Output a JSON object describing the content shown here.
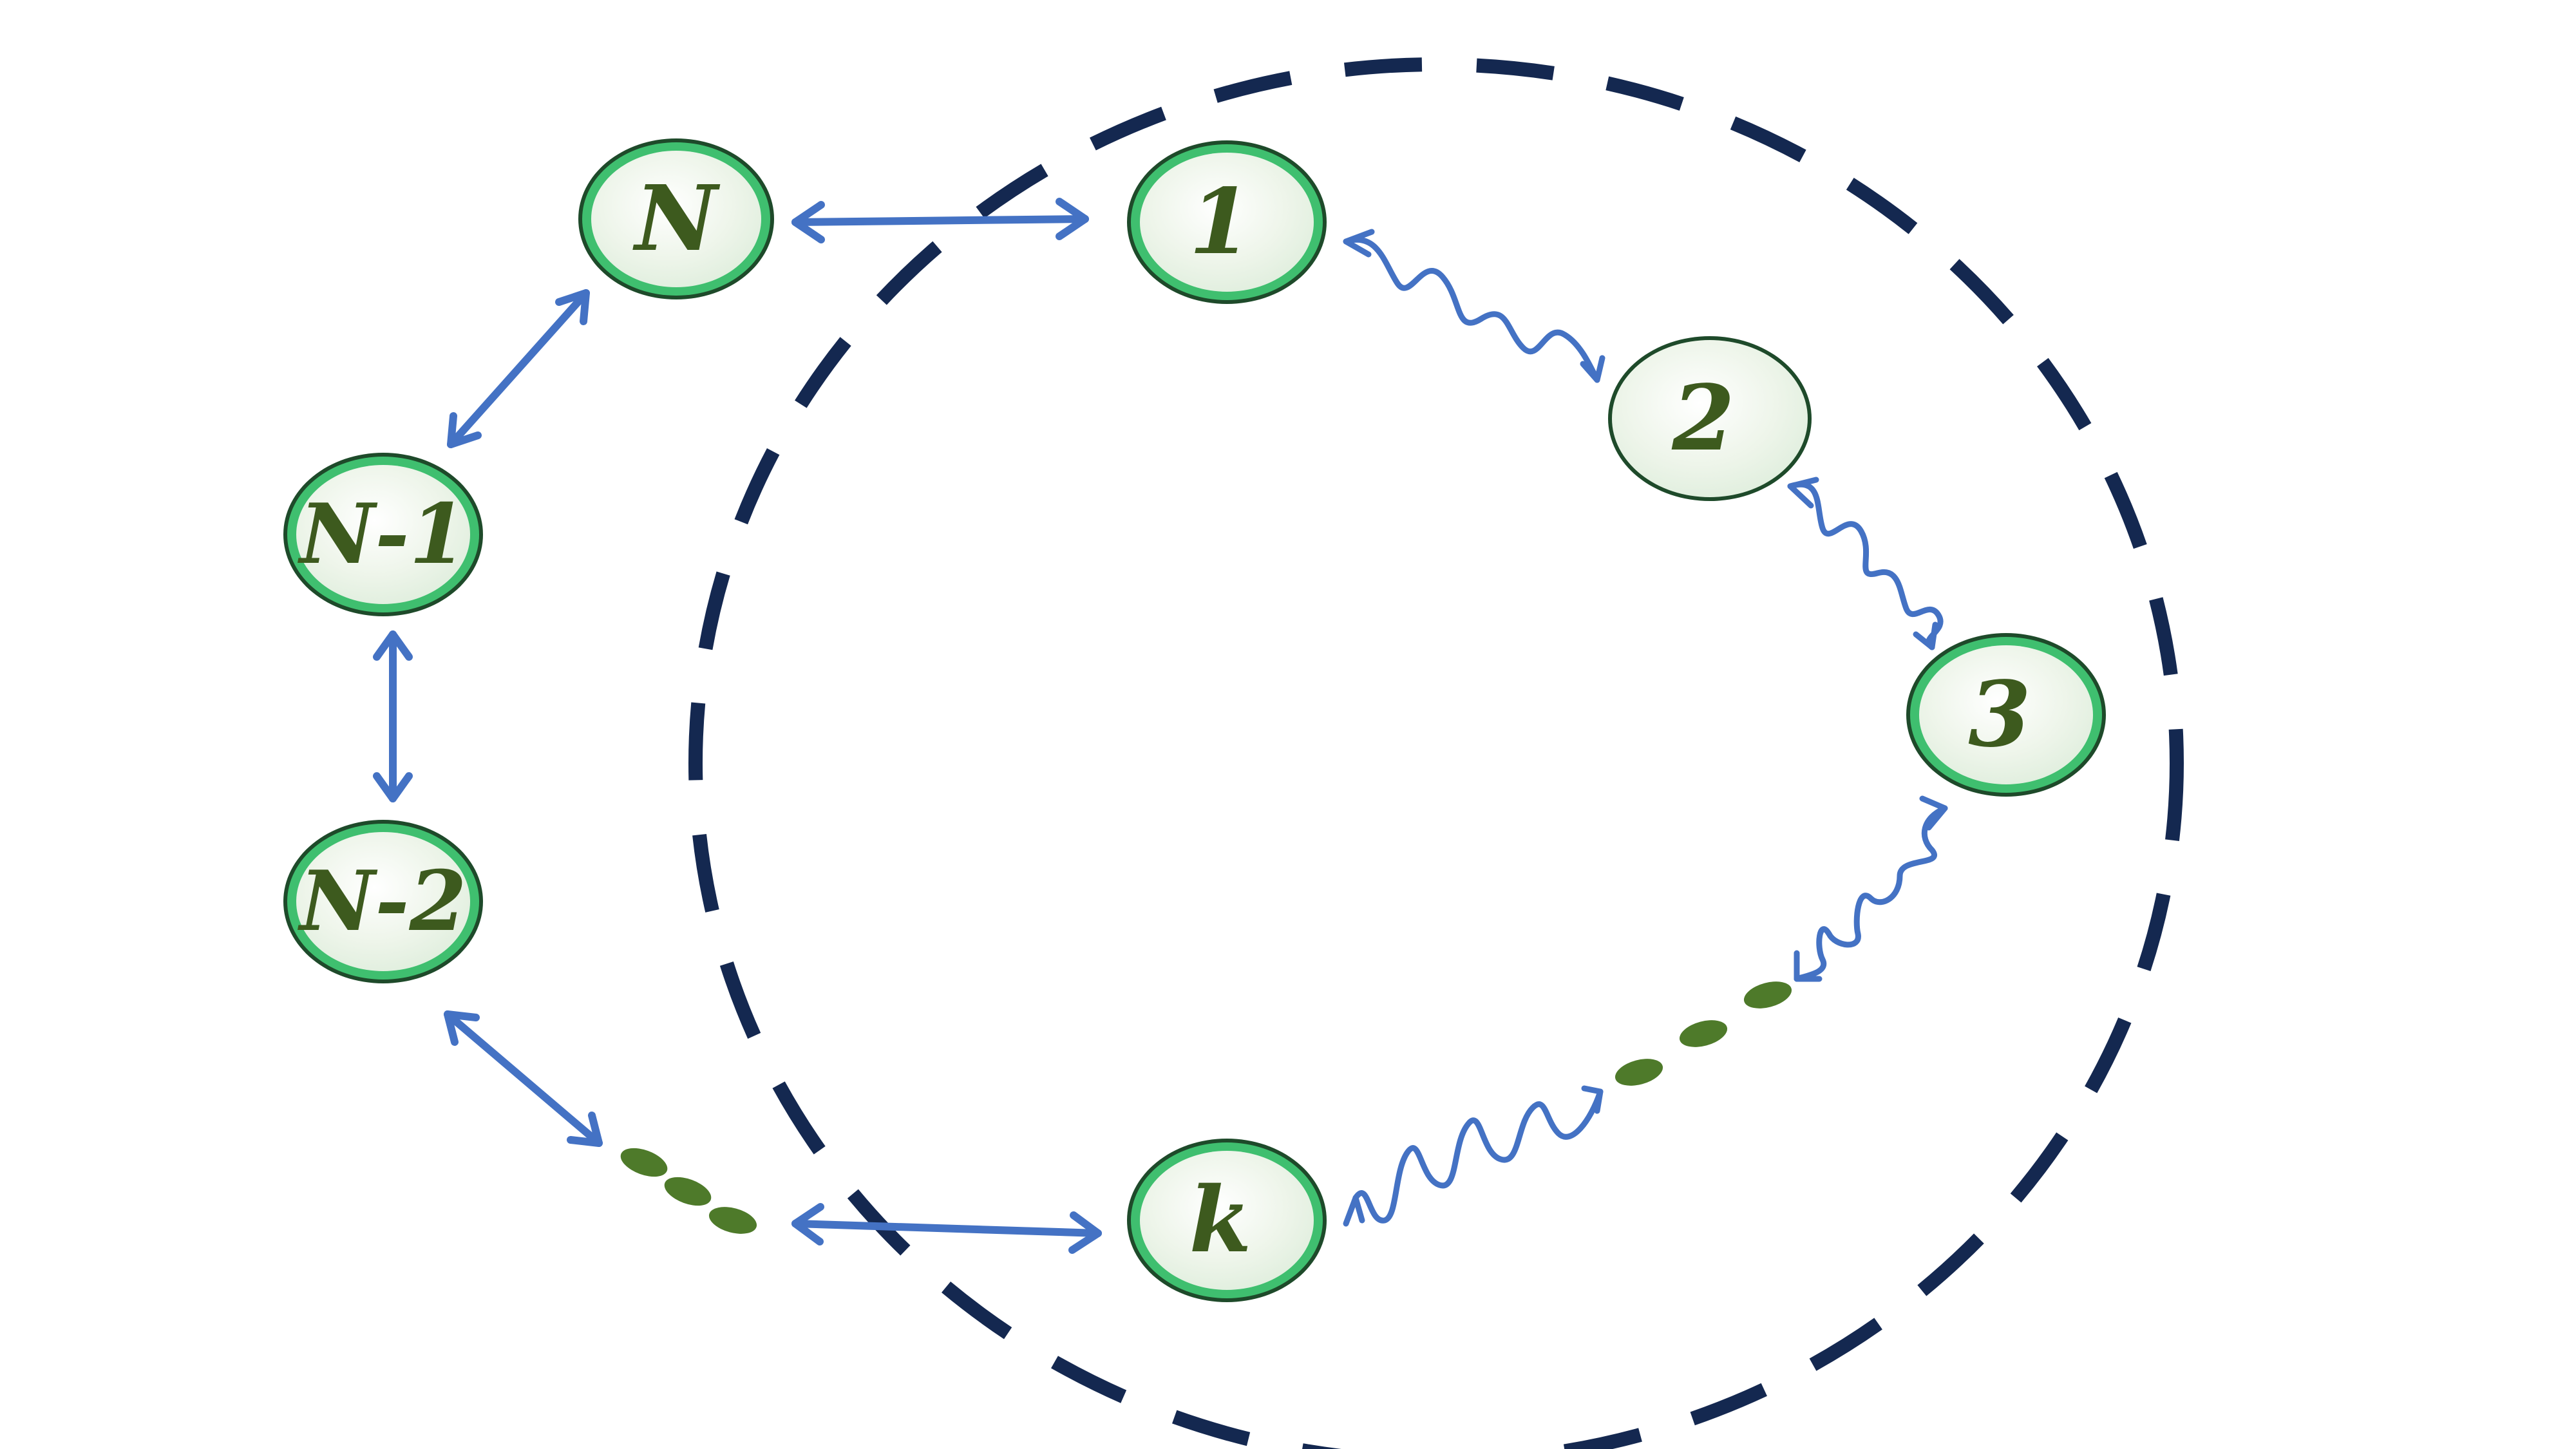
{
  "diagram": {
    "nodes": [
      {
        "id": "N",
        "label": "N"
      },
      {
        "id": "N-1",
        "label": "N-1"
      },
      {
        "id": "N-2",
        "label": "N-2"
      },
      {
        "id": "1",
        "label": "1"
      },
      {
        "id": "2",
        "label": "2"
      },
      {
        "id": "3",
        "label": "3"
      },
      {
        "id": "k",
        "label": "k"
      }
    ],
    "edges": [
      {
        "from": "N",
        "to": "1",
        "style": "straight-double-arrow"
      },
      {
        "from": "N",
        "to": "N-1",
        "style": "straight-double-arrow"
      },
      {
        "from": "N-1",
        "to": "N-2",
        "style": "straight-double-arrow"
      },
      {
        "from": "N-2",
        "to": "ellipsis-left",
        "style": "straight-double-arrow"
      },
      {
        "from": "ellipsis-left",
        "to": "k",
        "style": "straight-double-arrow"
      },
      {
        "from": "1",
        "to": "2",
        "style": "wavy-double-arrow"
      },
      {
        "from": "2",
        "to": "3",
        "style": "wavy-double-arrow"
      },
      {
        "from": "3",
        "to": "ellipsis-right",
        "style": "wavy-double-arrow"
      },
      {
        "from": "ellipsis-right",
        "to": "k",
        "style": "wavy-double-arrow"
      }
    ],
    "colors": {
      "node_fill": "#eef5ea",
      "node_ring": "#3fbf6f",
      "node_outline": "#1e4a2a",
      "label": "#3d5a1e",
      "arrow": "#4472c4",
      "dashed_boundary": "#142850",
      "ellipsis_dots": "#4e7a2a"
    }
  }
}
